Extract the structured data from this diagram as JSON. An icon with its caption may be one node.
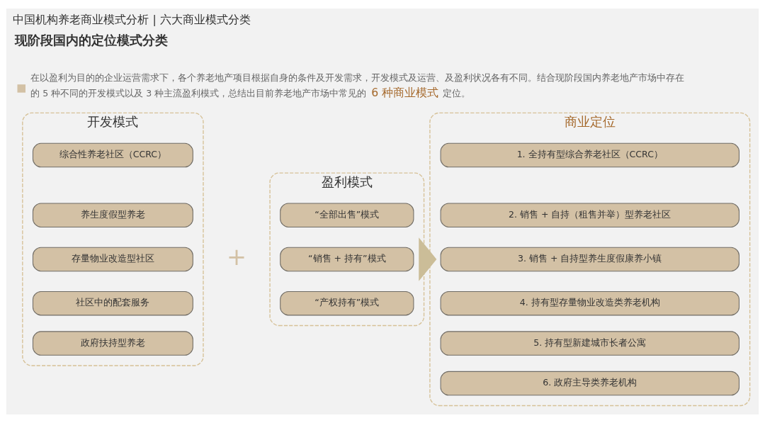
{
  "diagram": {
    "title": "中国机构养老商业模式分析 | 六大商业模式分类",
    "nodes": [
      {
        "text": [
          "开发模式"
        ]
      },
      {
        "text": [
          "综合性养老社区（CCRC）"
        ],
        "in": 0
      },
      {
        "text": [
          "养生度假型养老"
        ],
        "in": 0
      },
      {
        "text": [
          "存量物业改造型社区"
        ],
        "in": 0
      },
      {
        "text": [
          "社区中的配套服务"
        ],
        "in": 0
      },
      {
        "text": [
          "政府扶持型养老"
        ],
        "in": 0
      },
      {
        "text": [
          "盈利模式"
        ]
      },
      {
        "text": [
          "“全部出售”模式"
        ],
        "in": 6
      },
      {
        "text": [
          "“销售 + 持有”模式"
        ],
        "in": 6
      },
      {
        "text": [
          "“产权持有”模式"
        ],
        "in": 6
      },
      {
        "text": [
          "商业定位"
        ]
      },
      {
        "text": [
          "1. 全持有型综合养老社区（CCRC）"
        ],
        "in": 10
      },
      {
        "text": [
          "2. 销售 + 自持（租售并举）型养老社区"
        ],
        "in": 10
      },
      {
        "text": [
          "3. 销售 + 自持型养生度假康养小镇"
        ],
        "in": 10
      },
      {
        "text": [
          "4. 持有型存量物业改造类养老机构"
        ],
        "in": 10
      },
      {
        "text": [
          "5. 持有型新建城市长者公寓"
        ],
        "in": 10
      },
      {
        "text": [
          "6. 政府主导类养老机构"
        ],
        "in": 10
      }
    ],
    "edges": [
      {
        "from": 6,
        "to": 10,
        "arrow": "to",
        "style": "thick",
        "color": "#cbbd98"
      }
    ],
    "labels": [
      "现阶段国内的定位模式分类",
      "在以盈利为目的的企业运营需求下，各个养老地产项目根据自身的条件及开发需求，开发模式及运营、及盈利状况各有不同。结合现阶段国内养老地产市场中存在的 5 种不同的开发模式以及 3 种主流盈利模式，总结出目前养老地产市场中常见的 **6 种商业模式**定位。",
      "+"
    ]
  }
}
